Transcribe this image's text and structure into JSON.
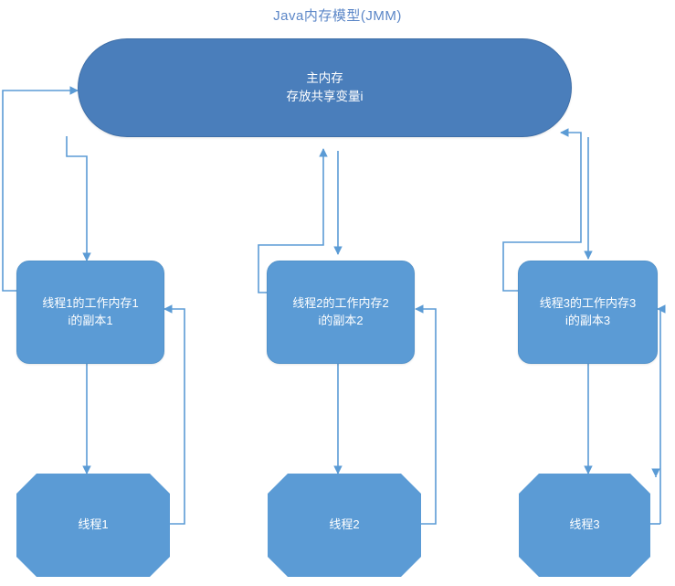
{
  "diagram": {
    "title": "Java内存模型(JMM)",
    "title_color": "#5b86c7",
    "colors": {
      "main_memory_fill": "#4a7ebb",
      "node_fill": "#5b9bd5",
      "edge_stroke": "#5b9bd5",
      "text": "#ffffff",
      "background": "#ffffff"
    },
    "nodes": {
      "main_memory": {
        "name": "主内存",
        "line1": "主内存",
        "line2": "存放共享变量i"
      },
      "working_memory_1": {
        "line1": "线程1的工作内存1",
        "line2": "i的副本1"
      },
      "working_memory_2": {
        "line1": "线程2的工作内存2",
        "line2": "i的副本2"
      },
      "working_memory_3": {
        "line1": "线程3的工作内存3",
        "line2": "i的副本3"
      },
      "thread_1": {
        "label": "线程1"
      },
      "thread_2": {
        "label": "线程2"
      },
      "thread_3": {
        "label": "线程3"
      }
    }
  }
}
